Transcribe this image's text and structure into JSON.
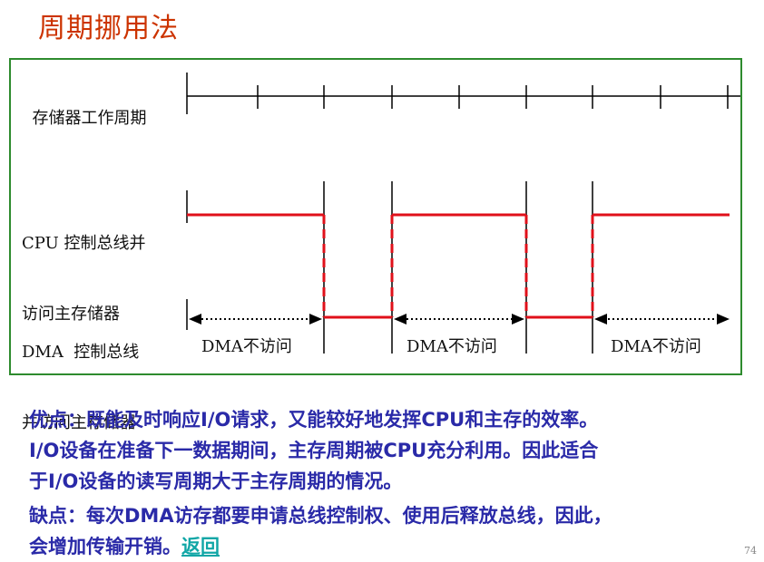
{
  "title": "周期挪用法",
  "diagram": {
    "row_memory_label": "存储器工作周期",
    "row_cpu_label_line1": "CPU 控制总线并",
    "row_cpu_label_line2": "访问主存储器",
    "row_dma_label_line1": "DMA  控制总线",
    "row_dma_label_line2": "并访问主存储器",
    "segments": [
      "DMA不访问",
      "DMA不访问",
      "DMA不访问"
    ],
    "colors": {
      "signal": "#e0101a",
      "frame": "#2e8b2e"
    }
  },
  "text": {
    "advantages_line1": "优点：既能及时响应I/O请求，又能较好地发挥CPU和主存的效率。",
    "advantages_line2": "I/O设备在准备下一数据期间，主存周期被CPU充分利用。因此适合",
    "advantages_line3": "于I/O设备的读写周期大于主存周期的情况。",
    "disadvantages_line1": "缺点：每次DMA访存都要申请总线控制权、使用后释放总线，因此，",
    "disadvantages_line2_prefix": "会增加传输开销。",
    "return_link": "返回"
  },
  "page_number": "74"
}
